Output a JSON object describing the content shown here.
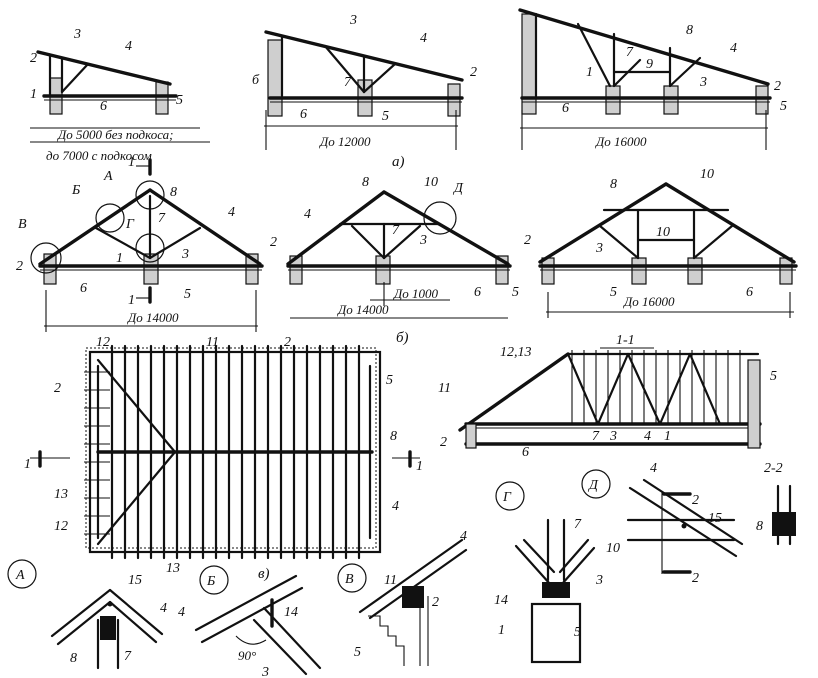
{
  "figure": {
    "group_captions": {
      "a": "а)",
      "b": "б)",
      "v": "в)"
    },
    "row_a": {
      "fig1": {
        "note_line1": "До 5000 без   подкоса;",
        "note_line2": "до 7000 с  подкосом",
        "labels": [
          "2",
          "3",
          "4",
          "1",
          "6",
          "5"
        ]
      },
      "fig2": {
        "dimension": "До  12000",
        "labels": [
          "3",
          "4",
          "б",
          "7",
          "2",
          "6",
          "5"
        ]
      },
      "fig3": {
        "dimension": "До    16000",
        "labels": [
          "8",
          "4",
          "7",
          "9",
          "1",
          "3",
          "2",
          "6",
          "5"
        ]
      }
    },
    "row_b": {
      "fig1": {
        "dimension": "До 14000",
        "section_mark": "1",
        "circle_labels": [
          "А",
          "Б",
          "В",
          "Г"
        ],
        "labels": [
          "8",
          "7",
          "4",
          "3",
          "1",
          "2",
          "6",
          "5"
        ]
      },
      "fig2": {
        "dimension": "До  14000",
        "sub_dimension": "До 1000",
        "circle_labels": [
          "Д"
        ],
        "labels": [
          "8",
          "10",
          "4",
          "7",
          "3",
          "2",
          "6",
          "5"
        ]
      },
      "fig3": {
        "dimension": "До  16000",
        "labels": [
          "8",
          "10",
          "3",
          "10",
          "2",
          "5",
          "6"
        ]
      }
    },
    "plan": {
      "section_marks": [
        "1",
        "1"
      ],
      "labels": [
        "12",
        "11",
        "2",
        "5",
        "8",
        "2",
        "13",
        "12",
        "4",
        "13"
      ]
    },
    "section_1_1": {
      "title": "1-1",
      "labels": [
        "12,13",
        "11",
        "2",
        "6",
        "7",
        "3",
        "4",
        "1",
        "5"
      ]
    },
    "section_2_2": {
      "title": "2-2",
      "labels": [
        "8"
      ]
    },
    "detail_A": {
      "letter": "А",
      "labels": [
        "15",
        "4",
        "8",
        "7"
      ]
    },
    "detail_B": {
      "letter": "Б",
      "labels": [
        "14",
        "4",
        "90°",
        "3"
      ]
    },
    "detail_V": {
      "letter": "В",
      "labels": [
        "11",
        "4",
        "2",
        "5"
      ]
    },
    "detail_G": {
      "letter": "Г",
      "labels": [
        "7",
        "3",
        "14",
        "1",
        "5"
      ]
    },
    "detail_D": {
      "letter": "Д",
      "labels": [
        "4",
        "15",
        "10",
        "2",
        "2"
      ]
    }
  }
}
